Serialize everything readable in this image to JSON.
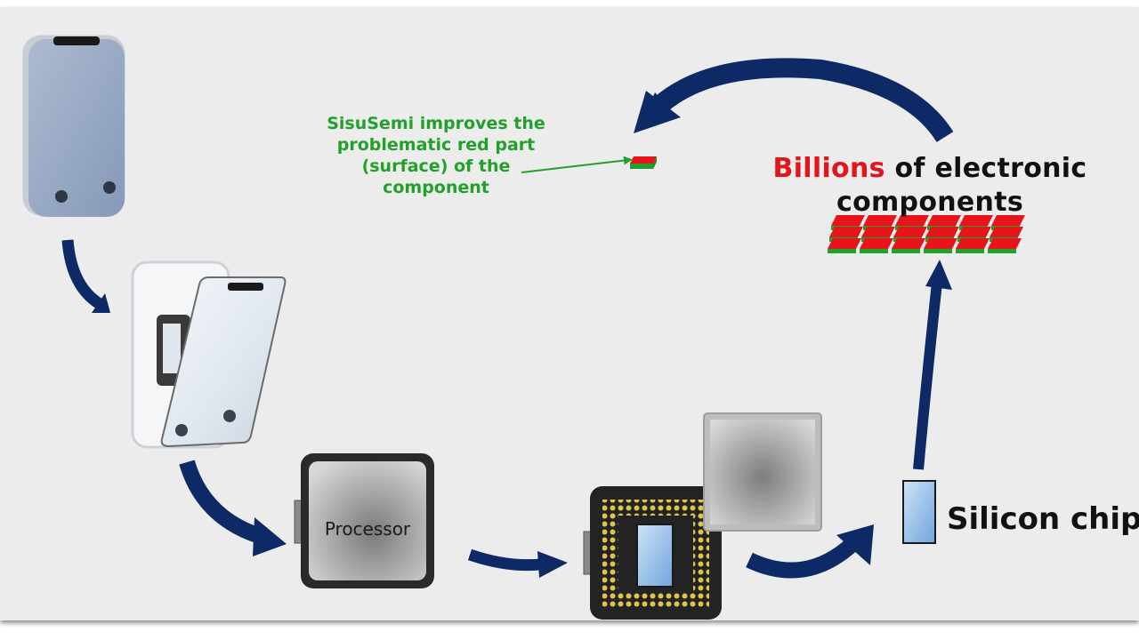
{
  "annotation": {
    "lines": [
      "SisuSemi improves the",
      "problematic red part",
      "(surface) of the",
      "component"
    ],
    "color": "#22a12a"
  },
  "components_label": {
    "highlight": "Billions",
    "rest_line1": " of electronic",
    "line2": "components",
    "highlight_color": "#e3141b"
  },
  "processor_label": "Processor",
  "chip_label": "Silicon chip",
  "colors": {
    "arrow": "#0d2a66",
    "surface_red": "#e8141b",
    "base_green": "#22a12a",
    "chip_blue": "#7fb2e6"
  },
  "icons": [
    "phone-icon",
    "open-phone-icon",
    "processor-icon",
    "chip-package-icon",
    "silicon-chip-icon",
    "component-icon"
  ]
}
